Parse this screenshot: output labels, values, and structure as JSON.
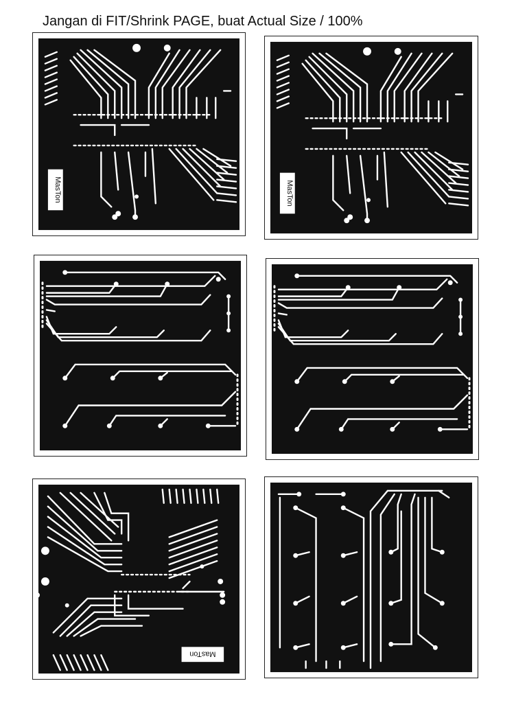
{
  "instruction": "Jangan di FIT/Shrink PAGE, buat Actual Size / 100%",
  "board_label": "MasTon",
  "colors": {
    "board": "#111111",
    "trace": "#ffffff",
    "frame": "#222222"
  },
  "pcb_layouts": [
    {
      "name": "layout-top-left",
      "type": "component-side"
    },
    {
      "name": "layout-top-right",
      "type": "component-side"
    },
    {
      "name": "layout-middle-left",
      "type": "bus-board"
    },
    {
      "name": "layout-middle-right",
      "type": "bus-board"
    },
    {
      "name": "layout-bottom-left",
      "type": "solder-side"
    },
    {
      "name": "layout-bottom-right",
      "type": "connector-board"
    }
  ]
}
